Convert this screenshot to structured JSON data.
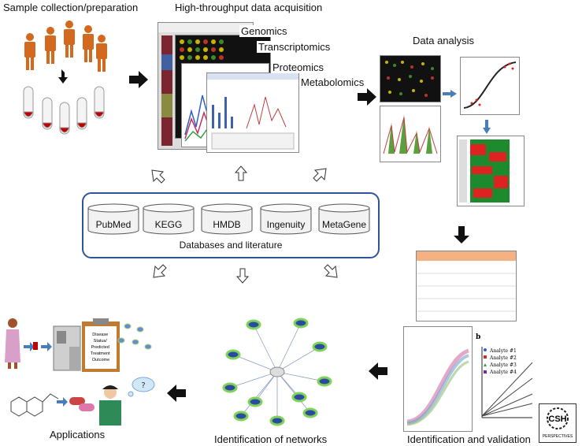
{
  "labels": {
    "sample": "Sample collection/preparation",
    "acquisition": "High-throughput data acquisition",
    "analysis": "Data analysis",
    "validation": "Identification and validation",
    "networks": "Identification of networks",
    "applications": "Applications"
  },
  "omics": [
    "Genomics",
    "Transcriptomics",
    "Proteomics",
    "Metabolomics"
  ],
  "databases": {
    "items": [
      "PubMed",
      "KEGG",
      "HMDB",
      "Ingenuity",
      "MetaGene"
    ],
    "caption": "Databases and literature"
  },
  "clipboard": [
    "Disease",
    "Status/",
    "Predicted",
    "Treatment",
    "Outcome"
  ],
  "legend_b": {
    "panel": "b",
    "items": [
      "Analyte #1",
      "Analyte #2",
      "Analyte #3",
      "Analyte #4"
    ]
  },
  "logo": {
    "line1": "CSH",
    "line2": "PERSPECTIVES"
  },
  "colors": {
    "frame": "#2f5597",
    "person": "#d2691e",
    "tube_cap": "#c00000",
    "arrow_blue": "#4a7ebb"
  }
}
